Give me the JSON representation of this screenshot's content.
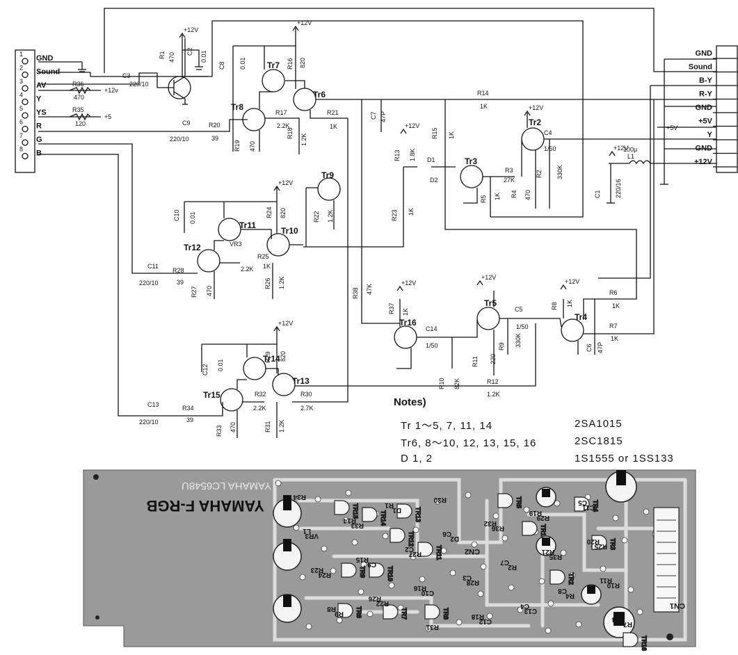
{
  "left_connector": {
    "pins": [
      {
        "num": "1",
        "label": "GND"
      },
      {
        "num": "2",
        "label": "Sound"
      },
      {
        "num": "3",
        "label": "AV"
      },
      {
        "num": "4",
        "label": "Y"
      },
      {
        "num": "5",
        "label": "YS"
      },
      {
        "num": "6",
        "label": "R"
      },
      {
        "num": "7",
        "label": "G"
      },
      {
        "num": "8",
        "label": "B"
      }
    ]
  },
  "right_connector": {
    "pins": [
      "GND",
      "Sound",
      "B-Y",
      "R-Y",
      "GND",
      "+5V",
      "Y",
      "GND",
      "+12V"
    ],
    "supply_label": "+5V"
  },
  "transistors": [
    "Tr1",
    "Tr2",
    "Tr3",
    "Tr4",
    "Tr5",
    "Tr6",
    "Tr7",
    "Tr8",
    "Tr9",
    "Tr10",
    "Tr11",
    "Tr12",
    "Tr13",
    "Tr14",
    "Tr15",
    "Tr16"
  ],
  "supply": "+12V",
  "supply_in": "+12v",
  "plus5": "+5",
  "components": {
    "c3": "C3",
    "c3v": "220/10",
    "r1": "R1",
    "r1v": "470",
    "c2": "C2",
    "c2v": "0.01",
    "r36": "R36",
    "r36v": "470",
    "r35": "R35",
    "r35v": "120",
    "c9": "C9",
    "c9v": "220/10",
    "r20": "R20",
    "r20v": "39",
    "c8": "C8",
    "c8v": "0.01",
    "r16": "R16",
    "r16v": "820",
    "r17": "R17",
    "r17v": "2.2K",
    "r19": "R19",
    "r19v": "470",
    "r18": "R18",
    "r18v": "1.2K",
    "r21": "R21",
    "r21v": "1K",
    "c7": "C7",
    "c7v": "47P",
    "r14": "R14",
    "r14v": "1K",
    "r13": "R13",
    "r13v": "1.8K",
    "r15": "R15",
    "r15v": "1K",
    "d1": "D1",
    "d2": "D2",
    "r3": "R3",
    "r3v": "27K",
    "r5": "R5",
    "r5v": "1K",
    "r4": "R4",
    "r4v": "470",
    "r2": "R2",
    "r2v": "330K",
    "c4": "C4",
    "c4v": "1/50",
    "c1": "C1",
    "c1v": "220/16",
    "l1": "L1",
    "l1v": "100μ",
    "c10": "C10",
    "c10v": "0.01",
    "r24": "R24",
    "r24v": "820",
    "r22": "R22",
    "r22v": "1.2K",
    "r23": "R23",
    "r23v": "1K",
    "vr3": "VR3",
    "vr3v": "2.2K",
    "r25": "R25",
    "r25v": "1K",
    "c11": "C11",
    "c11v": "220/10",
    "r28": "R28",
    "r28v": "39",
    "r27": "R27",
    "r27v": "470",
    "r26": "R26",
    "r26v": "1.2K",
    "r38": "R38",
    "r38v": "47K",
    "r37": "R37",
    "r37v": "1K",
    "c14": "C14",
    "c14v": "1/50",
    "r10": "R10",
    "r10v": "82K",
    "r11": "R11",
    "r11v": "220",
    "r9": "R9",
    "r9v": "330K",
    "c5": "C5",
    "c5v": "1/50",
    "r8": "R8",
    "r8v": "1K",
    "r6": "R6",
    "r6v": "1K",
    "r7": "R7",
    "r7v": "1K",
    "c6": "C6",
    "c6v": "47P",
    "r12": "R12",
    "r12v": "1.2K",
    "c12": "C12",
    "c12v": "0.01",
    "r29": "R29",
    "r29v": "820",
    "c13": "C13",
    "c13v": "220/10",
    "r34": "R34",
    "r34v": "39",
    "r32": "R32",
    "r32v": "2.2K",
    "r30": "R30",
    "r30v": "2.7K",
    "r33": "R33",
    "r33v": "470",
    "r31": "R31",
    "r31v": "1.2K"
  },
  "notes": {
    "title": "Notes)",
    "rows": [
      {
        "parts": "Tr 1～5, 7, 11, 14",
        "type": "2SA1015"
      },
      {
        "parts": "Tr6, 8～10, 12, 13, 15, 16",
        "type": "2SC1815"
      },
      {
        "parts": "D  1, 2",
        "type": "1S1555 or 1SS133"
      }
    ]
  },
  "pcb": {
    "title": "YAMAHA F-RGB",
    "mirror_text": "YAMAHA LC6548U",
    "connector_1": "CN1",
    "connector_2": "CN2",
    "labels": [
      "R34",
      "R33",
      "R27",
      "R28",
      "C13",
      "C11",
      "VR3",
      "C9",
      "C10",
      "C12",
      "R29",
      "R25",
      "R24",
      "R22",
      "R30",
      "R36",
      "R35",
      "R10",
      "R9",
      "D1",
      "D2",
      "R2",
      "R4",
      "R7",
      "R14",
      "C2",
      "C3",
      "C4",
      "C5",
      "L1",
      "R15",
      "R16",
      "R18",
      "R19",
      "R20",
      "R23",
      "R26",
      "R31",
      "R32",
      "R21",
      "R11",
      "R8",
      "R1",
      "C6",
      "C7",
      "C8",
      "C14"
    ],
    "tr_labels": [
      "TR15",
      "TR14",
      "TR13",
      "TR12",
      "TR11",
      "TR10",
      "TR9",
      "TR8",
      "TR7",
      "TR6",
      "TR5",
      "TR4",
      "TR3",
      "TR2",
      "TR1",
      "TR16"
    ]
  },
  "colors": {
    "ink": "#111111",
    "board": "#9a9a9a",
    "board_dark": "#6e6e6e",
    "trace": "#d8d8d8",
    "pad": "#f2f2f2"
  }
}
